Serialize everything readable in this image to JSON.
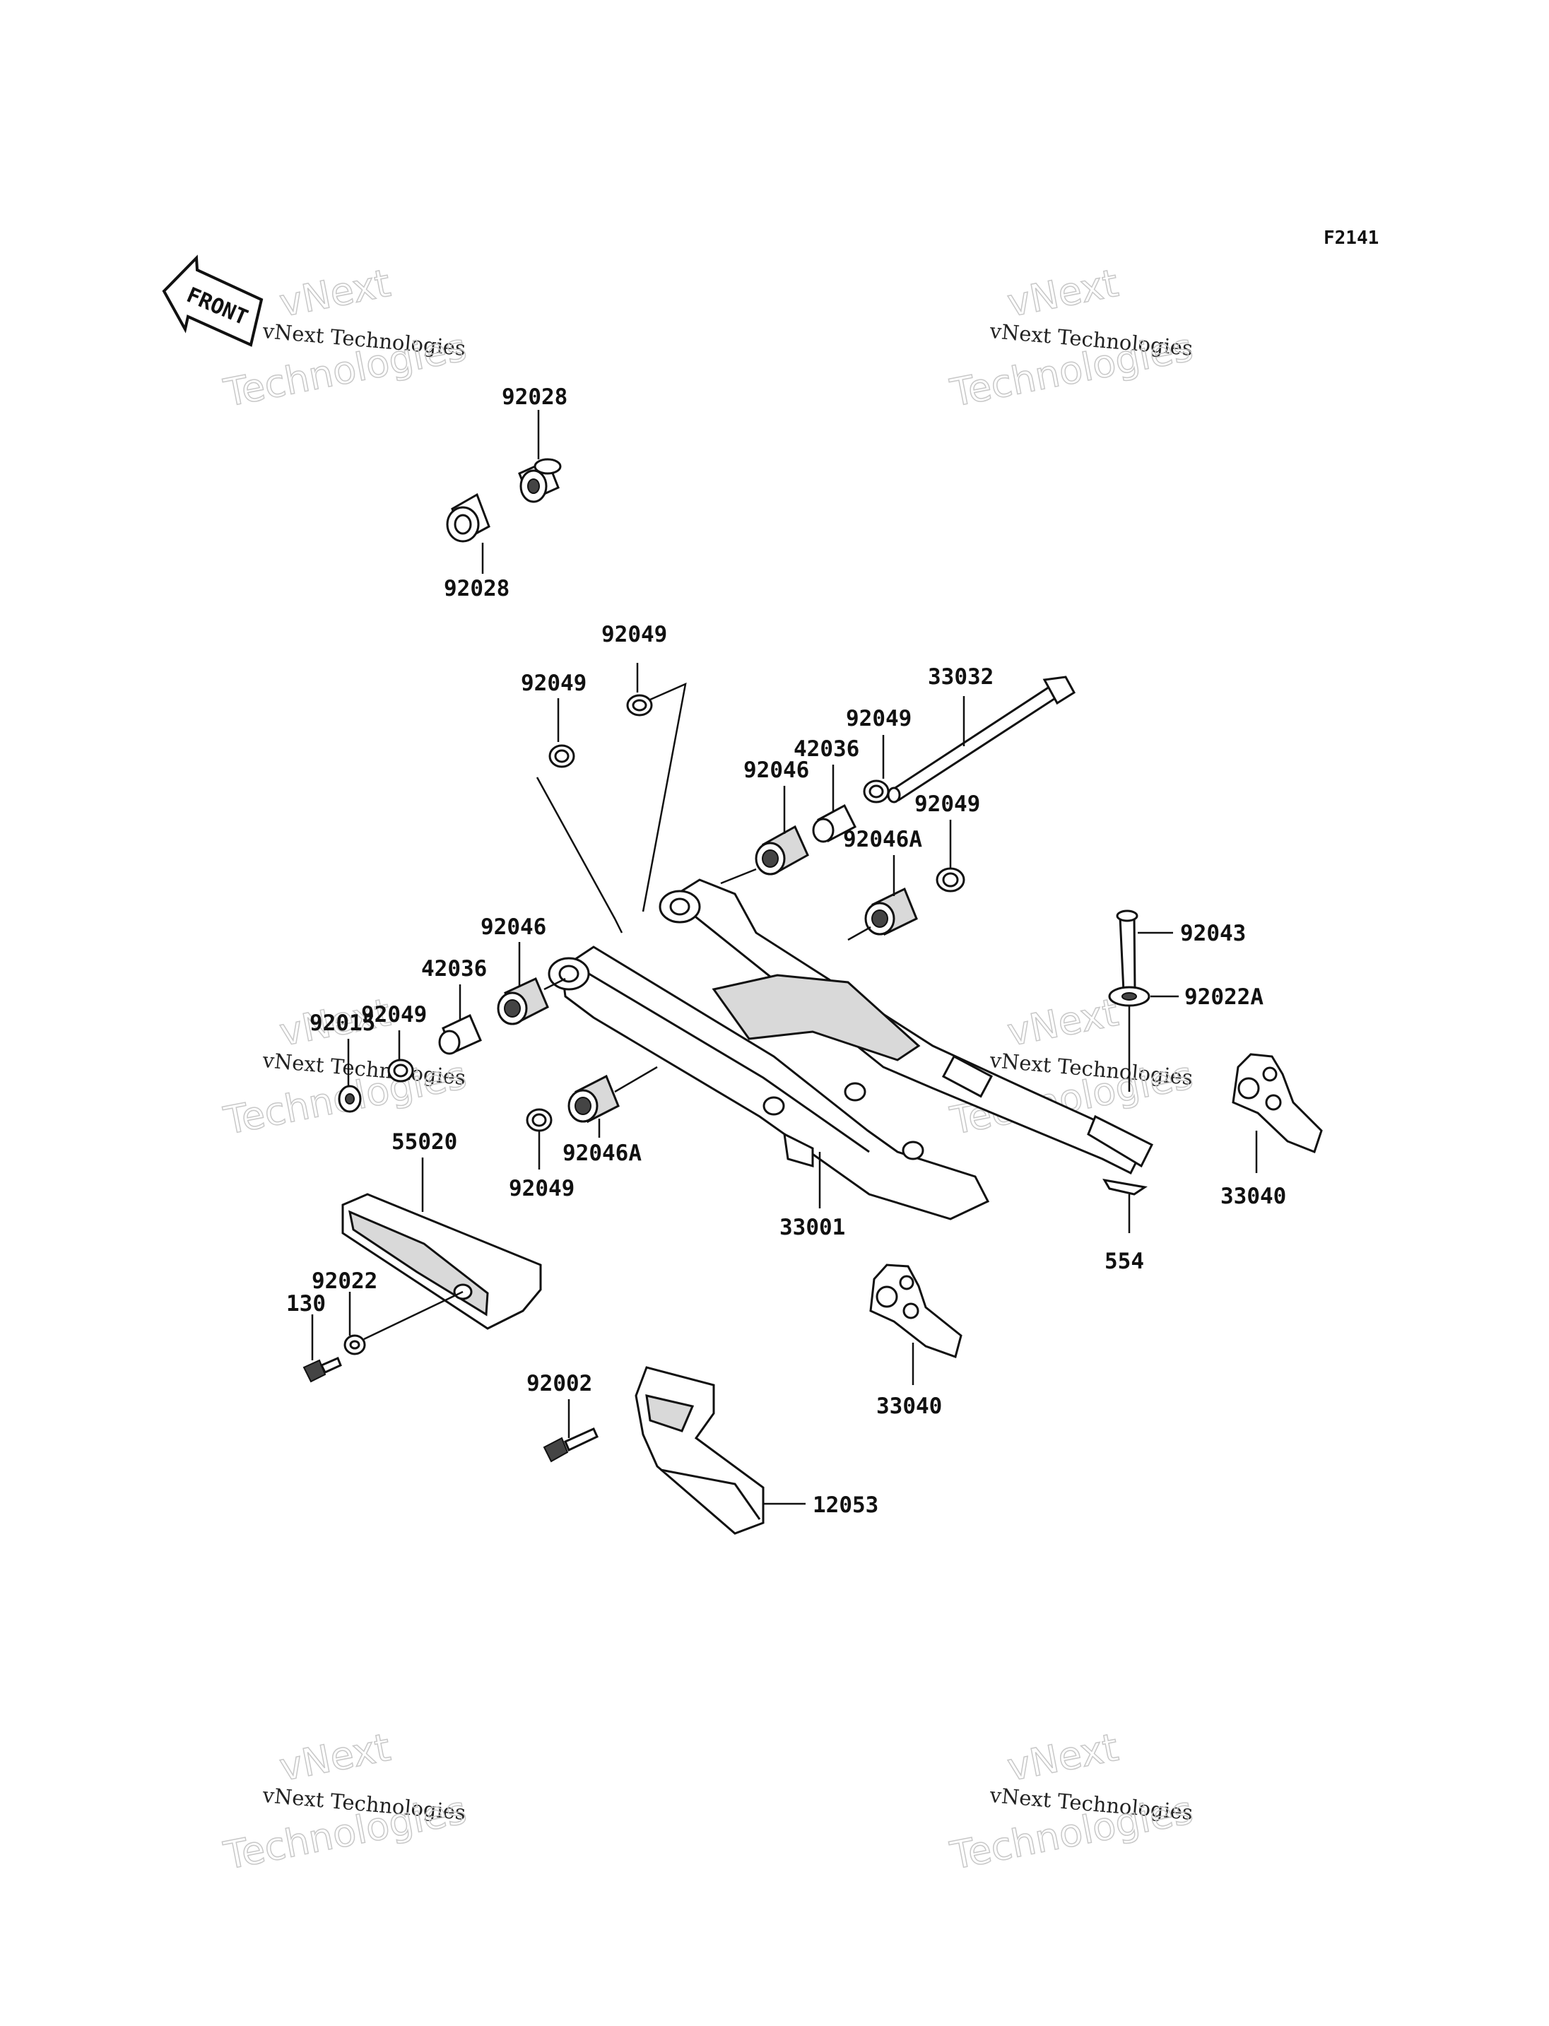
{
  "figure_code": "F2141",
  "front_arrow_label": "FRONT",
  "watermark": {
    "line1": "vNext",
    "line2": "vNext Technologies",
    "line3": "Technologies"
  },
  "parts": {
    "p92028_top": "92028",
    "p92028_bottom": "92028",
    "p92049_a": "92049",
    "p92049_b": "92049",
    "p33032": "33032",
    "p92049_c": "92049",
    "p42036_right": "42036",
    "p92046_right": "92046",
    "p92049_d": "92049",
    "p92046A_right": "92046A",
    "p92043": "92043",
    "p92022A": "92022A",
    "p92046_left": "92046",
    "p42036_left": "42036",
    "p92049_e": "92049",
    "p92015": "92015",
    "p92049_f": "92049",
    "p92046A_left": "92046A",
    "p55020": "55020",
    "p33001": "33001",
    "p554": "554",
    "p33040_right": "33040",
    "p92022": "92022",
    "p130": "130",
    "p33040_center": "33040",
    "p92002": "92002",
    "p12053": "12053"
  }
}
